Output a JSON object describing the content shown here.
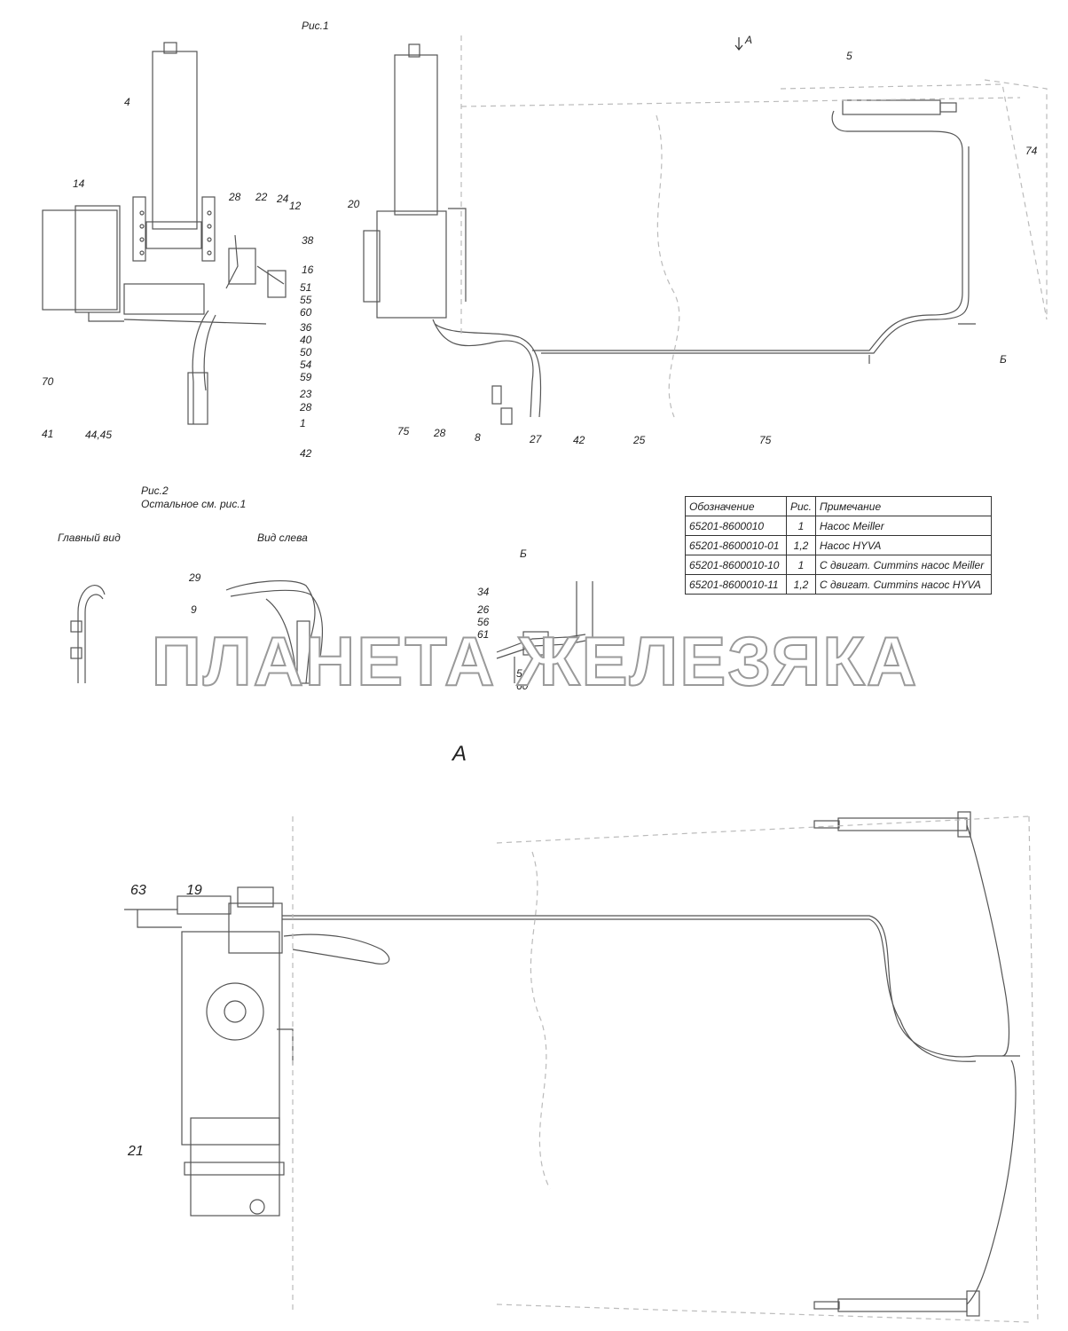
{
  "fig1": {
    "title": "Рис.1",
    "view_arrow": "A",
    "labels_left": [
      "4",
      "14",
      "28",
      "22",
      "24",
      "12",
      "38",
      "16",
      "51",
      "55",
      "60",
      "36",
      "40",
      "50",
      "54",
      "59",
      "23",
      "28",
      "1",
      "42",
      "70",
      "41",
      "44,45"
    ],
    "labels_right": [
      "20",
      "5",
      "74",
      "Б",
      "75",
      "28",
      "8",
      "27",
      "42",
      "25",
      "75"
    ]
  },
  "fig2": {
    "title": "Рис.2",
    "subtitle": "Остальное см. рис.1",
    "main_view": "Главный вид",
    "left_view": "Вид слева",
    "view_b": "Б",
    "labels": [
      "29",
      "9",
      "34",
      "26",
      "56",
      "61",
      "51",
      "60"
    ]
  },
  "table": {
    "headers": [
      "Обозначение",
      "Рис.",
      "Примечание"
    ],
    "rows": [
      [
        "65201-8600010",
        "1",
        "Насос Meiller"
      ],
      [
        "65201-8600010-01",
        "1,2",
        "Насос HYVA"
      ],
      [
        "65201-8600010-10",
        "1",
        "С двигат. Cummins насос Meiller"
      ],
      [
        "65201-8600010-11",
        "1,2",
        "С двигат. Cummins насос HYVA"
      ]
    ]
  },
  "view_a": {
    "title": "А",
    "labels": [
      "63",
      "19",
      "21"
    ]
  },
  "watermark": "ПЛАНЕТА ЖЕЛЕЗЯКА"
}
